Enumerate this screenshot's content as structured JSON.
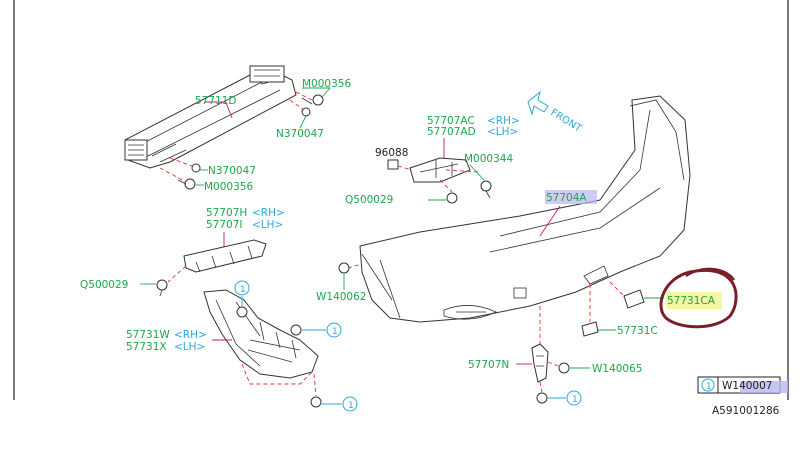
{
  "diagram": {
    "reference_code": "A591001286",
    "direction_label": "FRONT",
    "labels": {
      "reinforcement": "57711D",
      "bolt_top": "M000356",
      "nut_top": "N370047",
      "nut_lower": "N370047",
      "bolt_lower": "M000356",
      "bracket_center_rh": "57707AC",
      "bracket_center_rh_side": "<RH>",
      "bracket_center_lh": "57707AD",
      "bracket_center_lh_side": "<LH>",
      "clip_96088": "96088",
      "bolt_m000344": "M000344",
      "clip_q_center": "Q500029",
      "bumper_face": "57704A",
      "bracket_side_rh": "57707H",
      "bracket_side_rh_side": "<RH>",
      "bracket_side_lh": "57707I",
      "bracket_side_lh_side": "<LH>",
      "clip_q_left": "Q500029",
      "screw_w140062": "W140062",
      "cover_57731ca": "57731CA",
      "cover_57731c": "57731C",
      "mudguard_rh": "57731W",
      "mudguard_rh_side": "<RH>",
      "mudguard_lh": "57731X",
      "mudguard_lh_side": "<LH>",
      "bracket_lower": "57707N",
      "screw_w140065": "W140065"
    },
    "legend": {
      "symbol": "1",
      "code": "W140007"
    },
    "colors": {
      "part_number_green": "#1aa84a",
      "side_cyan": "#2aa9d6",
      "leader_magenta": "#c2187a",
      "dashed_red": "#e0302a",
      "annotation_circle": "#7a1f2a",
      "highlight_yellow": "#f4f49a",
      "highlight_lavender": "#b9b6f2"
    }
  }
}
